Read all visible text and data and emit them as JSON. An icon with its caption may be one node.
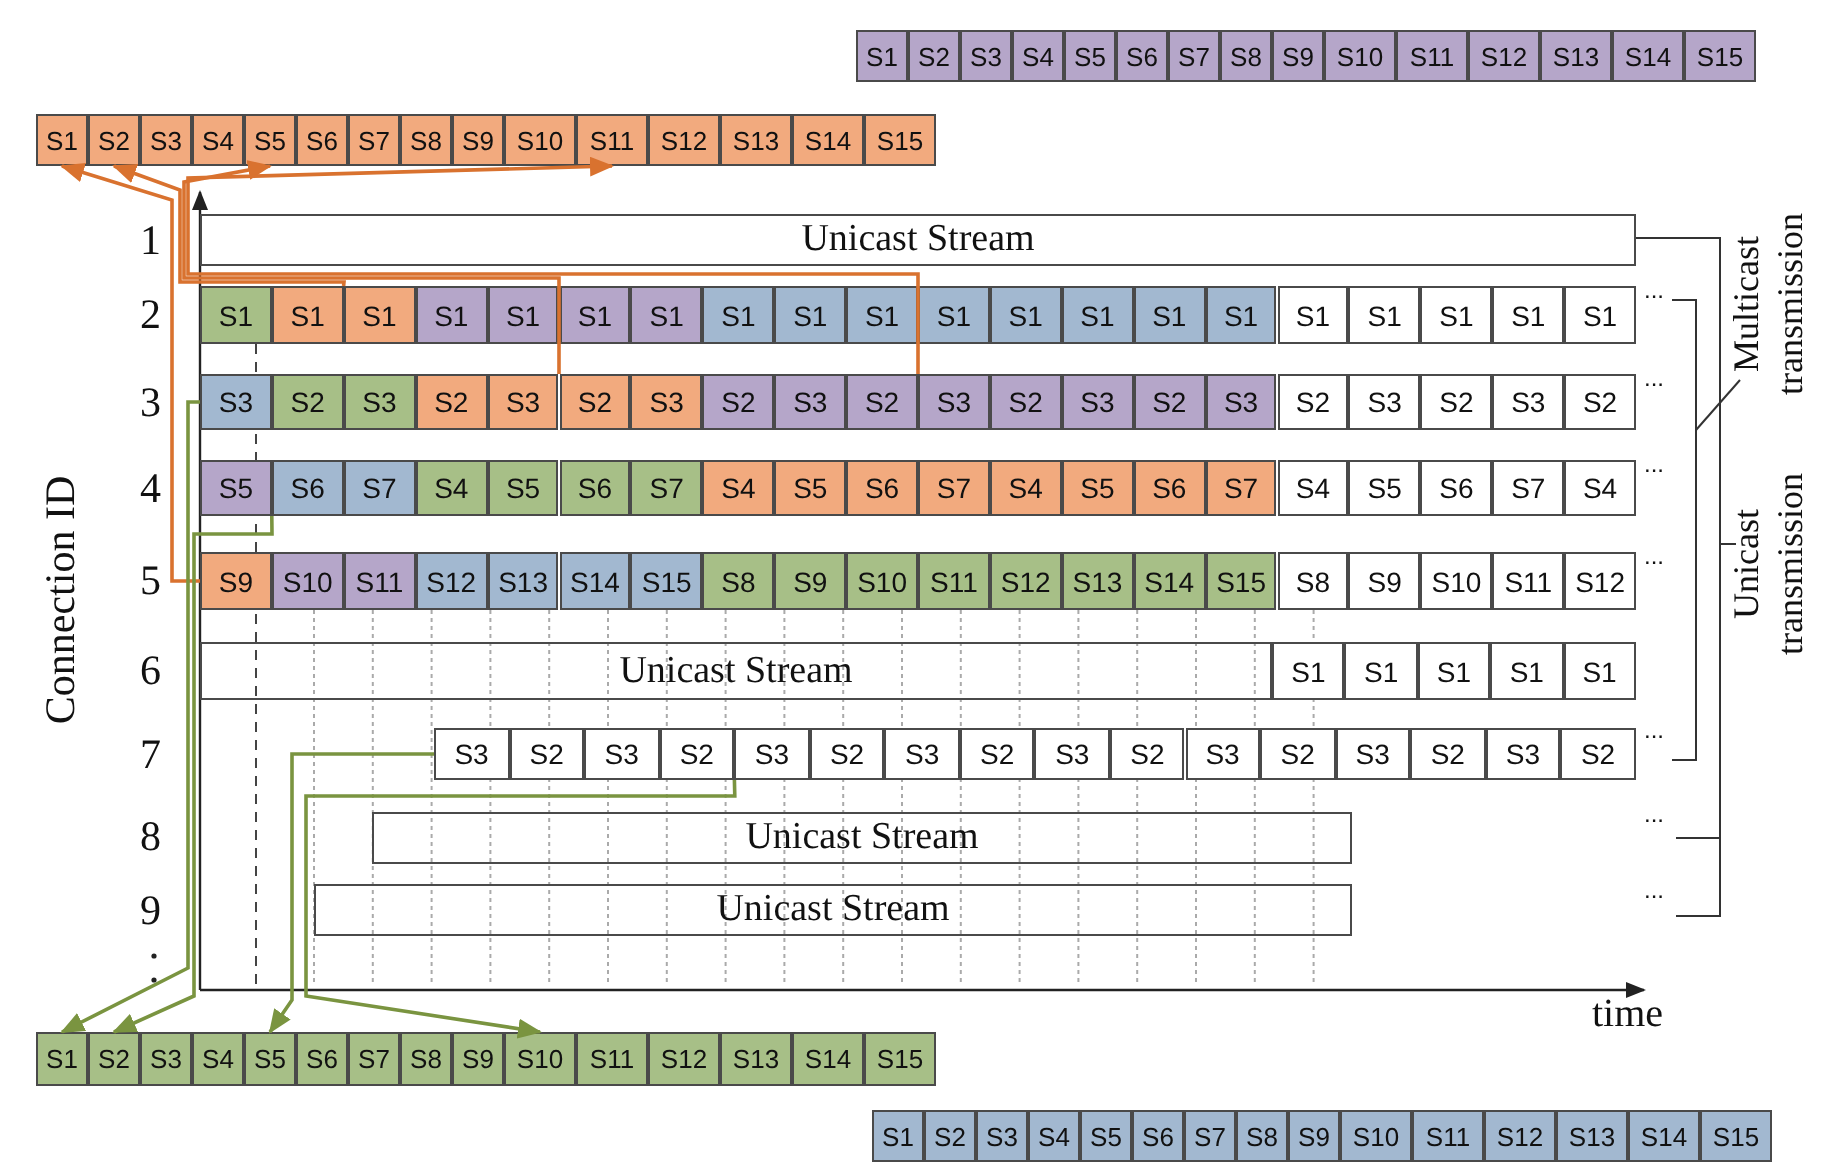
{
  "diagram": {
    "nodes": [
      {
        "text": [
          "S1"
        ]
      },
      {
        "text": [
          "S2"
        ]
      },
      {
        "text": [
          "S3"
        ]
      },
      {
        "text": [
          "S4"
        ]
      },
      {
        "text": [
          "S5"
        ]
      },
      {
        "text": [
          "S6"
        ]
      },
      {
        "text": [
          "S7"
        ]
      },
      {
        "text": [
          "S8"
        ]
      },
      {
        "text": [
          "S9"
        ]
      },
      {
        "text": [
          "S10"
        ]
      },
      {
        "text": [
          "S11"
        ]
      },
      {
        "text": [
          "S12"
        ]
      },
      {
        "text": [
          "S13"
        ]
      },
      {
        "text": [
          "S14"
        ]
      },
      {
        "text": [
          "S15"
        ]
      },
      {
        "text": [
          "S1"
        ]
      },
      {
        "text": [
          "S2"
        ]
      },
      {
        "text": [
          "S3"
        ]
      },
      {
        "text": [
          "S4"
        ]
      },
      {
        "text": [
          "S5"
        ]
      },
      {
        "text": [
          "S6"
        ]
      },
      {
        "text": [
          "S7"
        ]
      },
      {
        "text": [
          "S8"
        ]
      },
      {
        "text": [
          "S9"
        ]
      },
      {
        "text": [
          "S10"
        ]
      },
      {
        "text": [
          "S11"
        ]
      },
      {
        "text": [
          "S12"
        ]
      },
      {
        "text": [
          "S13"
        ]
      },
      {
        "text": [
          "S14"
        ]
      },
      {
        "text": [
          "S15"
        ]
      },
      {
        "text": [
          "Unicast Stream"
        ]
      },
      {
        "text": [
          "S1"
        ]
      },
      {
        "text": [
          "S1"
        ]
      },
      {
        "text": [
          "S1"
        ]
      },
      {
        "text": [
          "S1"
        ]
      },
      {
        "text": [
          "S1"
        ]
      },
      {
        "text": [
          "S1"
        ]
      },
      {
        "text": [
          "S1"
        ]
      },
      {
        "text": [
          "S1"
        ]
      },
      {
        "text": [
          "S1"
        ]
      },
      {
        "text": [
          "S1"
        ]
      },
      {
        "text": [
          "S1"
        ]
      },
      {
        "text": [
          "S1"
        ]
      },
      {
        "text": [
          "S1"
        ]
      },
      {
        "text": [
          "S1"
        ]
      },
      {
        "text": [
          "S1"
        ]
      },
      {
        "text": [
          "S1"
        ]
      },
      {
        "text": [
          "S1"
        ]
      },
      {
        "text": [
          "S1"
        ]
      },
      {
        "text": [
          "S1"
        ]
      },
      {
        "text": [
          "S1"
        ]
      },
      {
        "text": [
          "S3"
        ]
      },
      {
        "text": [
          "S2"
        ]
      },
      {
        "text": [
          "S3"
        ]
      },
      {
        "text": [
          "S2"
        ]
      },
      {
        "text": [
          "S3"
        ]
      },
      {
        "text": [
          "S2"
        ]
      },
      {
        "text": [
          "S3"
        ]
      },
      {
        "text": [
          "S2"
        ]
      },
      {
        "text": [
          "S3"
        ]
      },
      {
        "text": [
          "S2"
        ]
      },
      {
        "text": [
          "S3"
        ]
      },
      {
        "text": [
          "S2"
        ]
      },
      {
        "text": [
          "S3"
        ]
      },
      {
        "text": [
          "S2"
        ]
      },
      {
        "text": [
          "S3"
        ]
      },
      {
        "text": [
          "S2"
        ]
      },
      {
        "text": [
          "S3"
        ]
      },
      {
        "text": [
          "S2"
        ]
      },
      {
        "text": [
          "S3"
        ]
      },
      {
        "text": [
          "S2"
        ]
      },
      {
        "text": [
          "S5"
        ]
      },
      {
        "text": [
          "S6"
        ]
      },
      {
        "text": [
          "S7"
        ]
      },
      {
        "text": [
          "S4"
        ]
      },
      {
        "text": [
          "S5"
        ]
      },
      {
        "text": [
          "S6"
        ]
      },
      {
        "text": [
          "S7"
        ]
      },
      {
        "text": [
          "S4"
        ]
      },
      {
        "text": [
          "S5"
        ]
      },
      {
        "text": [
          "S6"
        ]
      },
      {
        "text": [
          "S7"
        ]
      },
      {
        "text": [
          "S4"
        ]
      },
      {
        "text": [
          "S5"
        ]
      },
      {
        "text": [
          "S6"
        ]
      },
      {
        "text": [
          "S7"
        ]
      },
      {
        "text": [
          "S4"
        ]
      },
      {
        "text": [
          "S5"
        ]
      },
      {
        "text": [
          "S6"
        ]
      },
      {
        "text": [
          "S7"
        ]
      },
      {
        "text": [
          "S4"
        ]
      },
      {
        "text": [
          "S9"
        ]
      },
      {
        "text": [
          "S10"
        ]
      },
      {
        "text": [
          "S11"
        ]
      },
      {
        "text": [
          "S12"
        ]
      },
      {
        "text": [
          "S13"
        ]
      },
      {
        "text": [
          "S14"
        ]
      },
      {
        "text": [
          "S15"
        ]
      },
      {
        "text": [
          "S8"
        ]
      },
      {
        "text": [
          "S9"
        ]
      },
      {
        "text": [
          "S10"
        ]
      },
      {
        "text": [
          "S11"
        ]
      },
      {
        "text": [
          "S12"
        ]
      },
      {
        "text": [
          "S13"
        ]
      },
      {
        "text": [
          "S14"
        ]
      },
      {
        "text": [
          "S15"
        ]
      },
      {
        "text": [
          "S8"
        ]
      },
      {
        "text": [
          "S9"
        ]
      },
      {
        "text": [
          "S10"
        ]
      },
      {
        "text": [
          "S11"
        ]
      },
      {
        "text": [
          "S12"
        ]
      },
      {
        "text": [
          "Unicast Stream"
        ]
      },
      {
        "text": [
          "S1"
        ]
      },
      {
        "text": [
          "S1"
        ]
      },
      {
        "text": [
          "S1"
        ]
      },
      {
        "text": [
          "S1"
        ]
      },
      {
        "text": [
          "S1"
        ]
      },
      {
        "text": [
          "S3"
        ]
      },
      {
        "text": [
          "S2"
        ]
      },
      {
        "text": [
          "S3"
        ]
      },
      {
        "text": [
          "S2"
        ]
      },
      {
        "text": [
          "S3"
        ]
      },
      {
        "text": [
          "S2"
        ]
      },
      {
        "text": [
          "S3"
        ]
      },
      {
        "text": [
          "S2"
        ]
      },
      {
        "text": [
          "S3"
        ]
      },
      {
        "text": [
          "S2"
        ]
      },
      {
        "text": [
          "S3"
        ]
      },
      {
        "text": [
          "S2"
        ]
      },
      {
        "text": [
          "S3"
        ]
      },
      {
        "text": [
          "S2"
        ]
      },
      {
        "text": [
          "S3"
        ]
      },
      {
        "text": [
          "S2"
        ]
      },
      {
        "text": [
          "Unicast Stream"
        ]
      },
      {
        "text": [
          "Unicast Stream"
        ]
      },
      {
        "text": [
          "S1"
        ]
      },
      {
        "text": [
          "S2"
        ]
      },
      {
        "text": [
          "S3"
        ]
      },
      {
        "text": [
          "S4"
        ]
      },
      {
        "text": [
          "S5"
        ]
      },
      {
        "text": [
          "S6"
        ]
      },
      {
        "text": [
          "S7"
        ]
      },
      {
        "text": [
          "S8"
        ]
      },
      {
        "text": [
          "S9"
        ]
      },
      {
        "text": [
          "S10"
        ]
      },
      {
        "text": [
          "S11"
        ]
      },
      {
        "text": [
          "S12"
        ]
      },
      {
        "text": [
          "S13"
        ]
      },
      {
        "text": [
          "S14"
        ]
      },
      {
        "text": [
          "S15"
        ]
      },
      {
        "text": [
          "S1"
        ]
      },
      {
        "text": [
          "S2"
        ]
      },
      {
        "text": [
          "S3"
        ]
      },
      {
        "text": [
          "S4"
        ]
      },
      {
        "text": [
          "S5"
        ]
      },
      {
        "text": [
          "S6"
        ]
      },
      {
        "text": [
          "S7"
        ]
      },
      {
        "text": [
          "S8"
        ]
      },
      {
        "text": [
          "S9"
        ]
      },
      {
        "text": [
          "S10"
        ]
      },
      {
        "text": [
          "S11"
        ]
      },
      {
        "text": [
          "S12"
        ]
      },
      {
        "text": [
          "S13"
        ]
      },
      {
        "text": [
          "S14"
        ]
      },
      {
        "text": [
          "S15"
        ]
      }
    ],
    "edges": [
      {
        "from": 91,
        "to": 15,
        "arrow": "to",
        "color": "#d9722f"
      },
      {
        "from": 33,
        "to": 16,
        "arrow": "to",
        "color": "#d9722f"
      },
      {
        "from": 56,
        "to": 19,
        "arrow": "to",
        "color": "#d9722f"
      },
      {
        "from": 61,
        "to": 25,
        "arrow": "to",
        "color": "#d9722f"
      },
      {
        "from": 51,
        "to": 135,
        "arrow": "to",
        "color": "#7a9440"
      },
      {
        "from": 72,
        "to": 136,
        "arrow": "to",
        "color": "#7a9440"
      },
      {
        "from": 117,
        "to": 139,
        "arrow": "to",
        "color": "#7a9440"
      },
      {
        "from": 121,
        "to": 144,
        "arrow": "to",
        "color": "#7a9440"
      }
    ],
    "labels": [
      "1",
      "2",
      "...",
      "3",
      "...",
      "4",
      "...",
      "5",
      "...",
      "6",
      "7",
      "...",
      "8",
      "...",
      "9",
      "...",
      "Connection ID",
      "time",
      "Multicast transmission",
      "Unicast transmission"
    ]
  }
}
